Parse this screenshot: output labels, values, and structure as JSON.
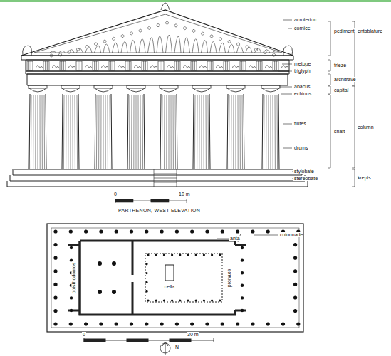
{
  "diagram": {
    "labels": [
      "acroterion",
      "cornice",
      "pediment",
      "entablature",
      "metope",
      "triglyph",
      "frieze",
      "architrave",
      "abacus",
      "capital",
      "echinus",
      "flutes",
      "shaft",
      "column",
      "drums",
      "stylobate",
      "stereobate",
      "krepis",
      "0",
      "10 m",
      "PARTHENON, WEST ELEVATION",
      "colonnade",
      "anta",
      "opisthodomos",
      "cella",
      "pronaos",
      "0",
      "30 m",
      "N"
    ]
  }
}
